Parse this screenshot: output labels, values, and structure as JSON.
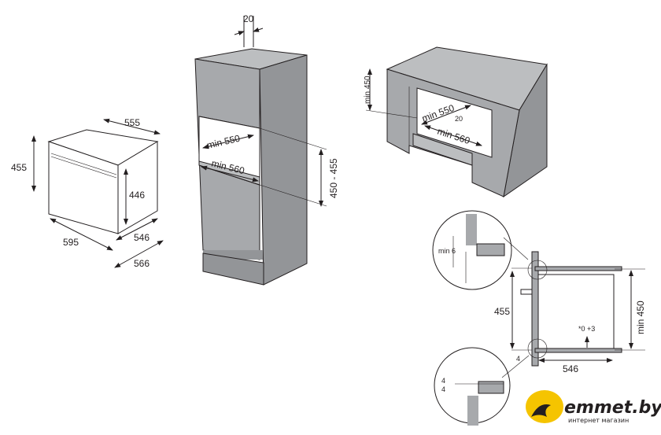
{
  "oven": {
    "depth_total": "555",
    "height_outer": "455",
    "height_inner": "446",
    "width_front": "595",
    "depth_body": "546",
    "depth_with_door": "566"
  },
  "tall_cabinet": {
    "rear_gap": "20",
    "niche_width": "min 550",
    "niche_depth": "min 560",
    "niche_height": "450 - 455"
  },
  "island": {
    "height": "min 450",
    "niche_width": "min 550",
    "rear_gap": "20",
    "niche_depth": "min 560"
  },
  "section": {
    "gap_top": "min 6",
    "height": "455",
    "tolerance": "*0 +3",
    "niche_height": "min 450",
    "depth": "546",
    "gap_bottom": "4",
    "detail_gap_1": "4",
    "detail_gap_2": "4"
  },
  "logo": {
    "name": "emmet.by",
    "tagline": "интернет магазин",
    "color": "#f5c400"
  }
}
